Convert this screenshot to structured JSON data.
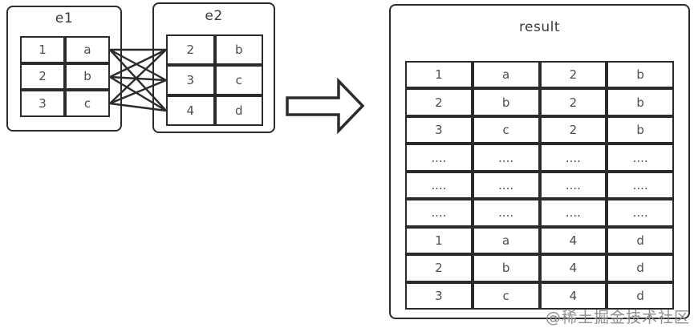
{
  "e1": {
    "title": "e1",
    "rows": [
      [
        "1",
        "a"
      ],
      [
        "2",
        "b"
      ],
      [
        "3",
        "c"
      ]
    ]
  },
  "e2": {
    "title": "e2",
    "rows": [
      [
        "2",
        "b"
      ],
      [
        "3",
        "c"
      ],
      [
        "4",
        "d"
      ]
    ]
  },
  "result": {
    "title": "result",
    "rows": [
      [
        "1",
        "a",
        "2",
        "b"
      ],
      [
        "2",
        "b",
        "2",
        "b"
      ],
      [
        "3",
        "c",
        "2",
        "b"
      ],
      [
        "....",
        "....",
        "....",
        "...."
      ],
      [
        "....",
        "....",
        "....",
        "...."
      ],
      [
        "....",
        "....",
        "....",
        "...."
      ],
      [
        "1",
        "a",
        "4",
        "d"
      ],
      [
        "2",
        "b",
        "4",
        "d"
      ],
      [
        "3",
        "c",
        "4",
        "d"
      ]
    ]
  },
  "watermark": "@稀土掘金技术社区",
  "colors": {
    "border": "#2b2b2b",
    "text": "#4d4d4d",
    "background": "#ffffff",
    "watermark": "#8e8e8e"
  }
}
